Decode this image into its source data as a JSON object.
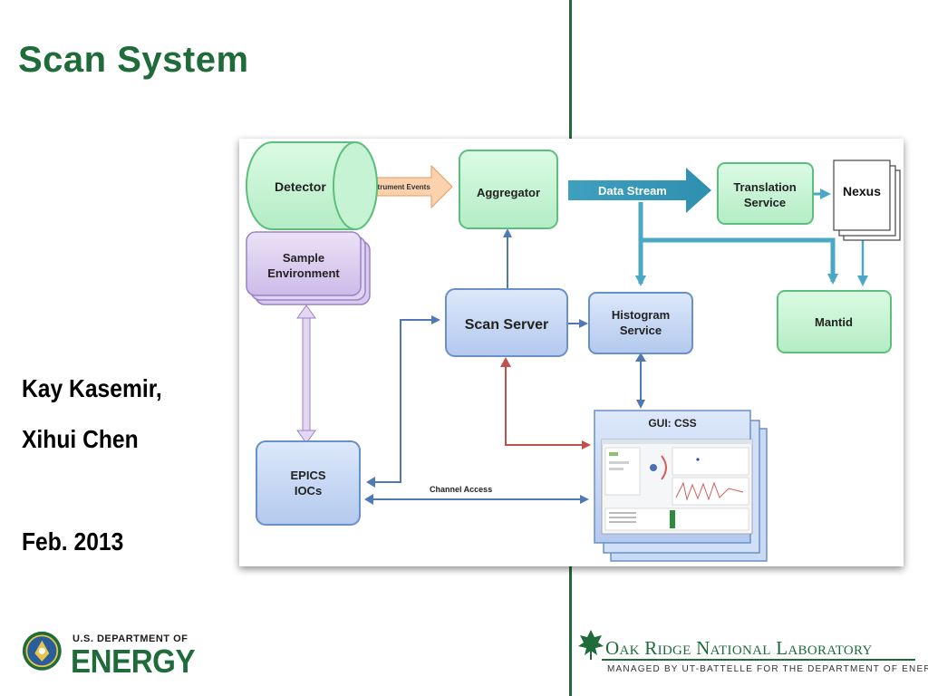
{
  "slide": {
    "title": "Scan System",
    "authors": [
      "Kay Kasemir,",
      "Xihui Chen"
    ],
    "date": "Feb. 2013"
  },
  "diagram": {
    "nodes": {
      "detector": "Detector",
      "sample_environment": [
        "Sample",
        "Environment"
      ],
      "aggregator": "Aggregator",
      "translation_service": [
        "Translation",
        "Service"
      ],
      "nexus": "Nexus",
      "scan_server": "Scan Server",
      "histogram_service": [
        "Histogram",
        "Service"
      ],
      "mantid": "Mantid",
      "epics_iocs": [
        "EPICS",
        "IOCs"
      ],
      "gui_css": "GUI: CSS"
    },
    "edges": {
      "instrument_events": "Instrument Events",
      "data_stream": "Data Stream",
      "channel_access": "Channel Access"
    },
    "colors": {
      "green_fill": "#c8f5d6",
      "green_stroke": "#5cbf7e",
      "blue_fill": "#c9daf5",
      "blue_stroke": "#6b8fc7",
      "purple_fill": "#ddd0ee",
      "purple_stroke": "#9b82c4",
      "teal_arrow": "#4aa8c4",
      "red_arrow": "#c0504d",
      "orange_arrow": "#f7c49a"
    }
  },
  "footer": {
    "doe_department": "U.S. DEPARTMENT OF",
    "doe_energy": "ENERGY",
    "ornl_name": "Oak Ridge National Laboratory",
    "ornl_tagline": "MANAGED BY UT-BATTELLE FOR THE DEPARTMENT OF ENERGY"
  }
}
